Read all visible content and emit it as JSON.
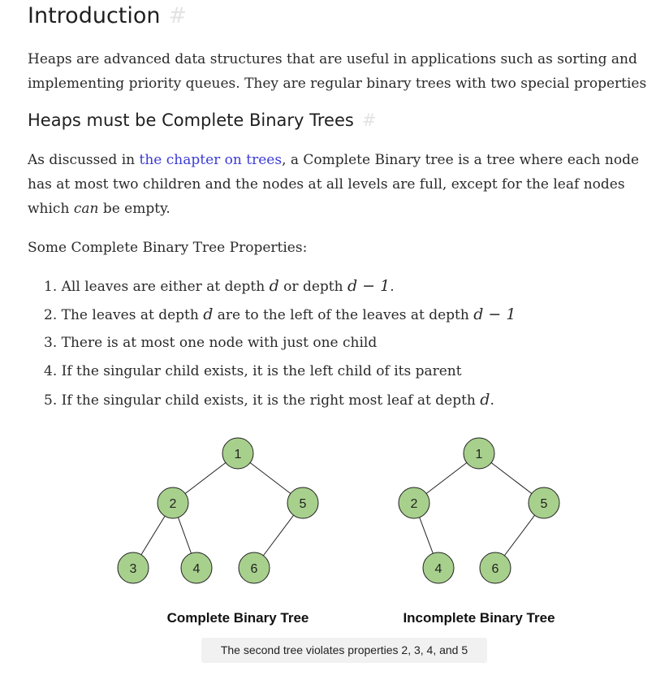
{
  "heading1": {
    "text": "Introduction",
    "anchor": "#"
  },
  "intro": "Heaps are advanced data structures that are useful in applications such as sorting and implementing priority queues. They are regular binary trees with two special properties",
  "heading2": {
    "text": "Heaps must be Complete Binary Trees",
    "anchor": "#"
  },
  "para2": {
    "before": "As discussed in ",
    "link": "the chapter on trees",
    "after1": ", a Complete Binary tree is a tree where each node has at most two children and the nodes at all levels are full, except for the leaf nodes which ",
    "emph": "can",
    "after2": " be empty."
  },
  "para3": "Some Complete Binary Tree Properties:",
  "properties": [
    {
      "num": "1.",
      "parts": [
        "All leaves are either at depth ",
        "d",
        " or depth ",
        "d − 1",
        "."
      ]
    },
    {
      "num": "2.",
      "parts": [
        "The leaves at depth ",
        "d",
        " are to the left of the leaves at depth ",
        "d − 1",
        ""
      ]
    },
    {
      "num": "3.",
      "parts": [
        "There is at most one node with just one child"
      ]
    },
    {
      "num": "4.",
      "parts": [
        "If the singular child exists, it is the left child of its parent"
      ]
    },
    {
      "num": "5.",
      "parts": [
        "If the singular child exists, it is the right most leaf at depth ",
        "d",
        "."
      ]
    }
  ],
  "trees": {
    "node_fill": "#a8d08d",
    "complete": {
      "title": "Complete Binary Tree",
      "nodes": [
        "1",
        "2",
        "5",
        "3",
        "4",
        "6"
      ]
    },
    "incomplete": {
      "title": "Incomplete Binary Tree",
      "nodes": [
        "1",
        "2",
        "5",
        "4",
        "6"
      ]
    }
  },
  "caption": "The second tree violates properties 2, 3, 4, and 5"
}
